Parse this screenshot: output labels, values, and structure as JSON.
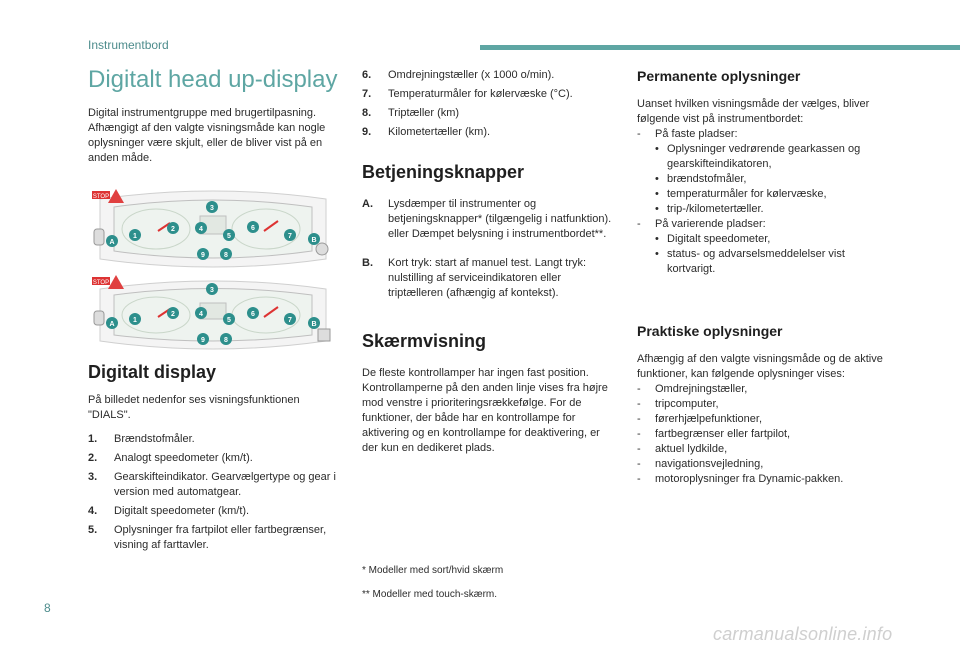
{
  "header": {
    "section": "Instrumentbord",
    "page_number": "8"
  },
  "watermark": "carmanualsonline.info",
  "col1": {
    "title": "Digitalt head up-display",
    "intro": "Digital instrumentgruppe med brugertilpasning. Afhængigt af den valgte visningsmåde kan nogle oplysninger være skjult, eller de bliver vist på en anden måde.",
    "figure": {
      "warning_label": "STOP",
      "callouts": [
        "1",
        "2",
        "3",
        "4",
        "5",
        "6",
        "7",
        "8",
        "9",
        "A",
        "B"
      ]
    },
    "display_title": "Digitalt display",
    "display_intro": "På billedet nedenfor ses visningsfunktionen \"DIALS\".",
    "items": [
      {
        "num": "1.",
        "text": "Brændstofmåler."
      },
      {
        "num": "2.",
        "text": "Analogt speedometer (km/t)."
      },
      {
        "num": "3.",
        "text": "Gearskifteindikator. Gearvælgertype og gear i version med automatgear."
      },
      {
        "num": "4.",
        "text": "Digitalt speedometer (km/t)."
      },
      {
        "num": "5.",
        "text": "Oplysninger fra fartpilot eller fartbegrænser, visning af farttavler."
      }
    ]
  },
  "col2": {
    "items": [
      {
        "num": "6.",
        "text": "Omdrejningstæller (x 1000 o/min)."
      },
      {
        "num": "7.",
        "text": "Temperaturmåler for kølervæske (°C)."
      },
      {
        "num": "8.",
        "text": "Triptæller (km)"
      },
      {
        "num": "9.",
        "text": "Kilometertæller (km)."
      }
    ],
    "controls_title": "Betjeningsknapper",
    "controls": [
      {
        "num": "A.",
        "text": "Lysdæmper til instrumenter og betjeningsknapper* (tilgængelig i natfunktion). eller Dæmpet belysning i instrumentbordet**."
      },
      {
        "num": "B.",
        "text": "Kort tryk: start af manuel test. Langt tryk: nulstilling af serviceindikatoren eller triptælleren (afhængig af kontekst)."
      }
    ],
    "screen_title": "Skærmvisning",
    "screen_text": "De fleste kontrollamper har ingen fast position. Kontrollamperne på den anden linje vises fra højre mod venstre i prioriteringsrækkefølge. For de funktioner, der både har en kontrollampe for aktivering og en kontrollampe for deaktivering, er der kun en dedikeret plads.",
    "footnote1": "*  Modeller med sort/hvid skærm",
    "footnote2": "** Modeller med touch-skærm."
  },
  "col3": {
    "perm_title": "Permanente oplysninger",
    "perm_intro": "Uanset hvilken visningsmåde der vælges, bliver følgende vist på instrumentbordet:",
    "perm_groups": [
      {
        "dash": "-",
        "label": "På faste pladser:",
        "items": [
          "Oplysninger vedrørende gearkassen og gearskifteindikatoren,",
          "brændstofmåler,",
          "temperaturmåler for kølervæske,",
          "trip-/kilometertæller."
        ]
      },
      {
        "dash": "-",
        "label": "På varierende pladser:",
        "items": [
          "Digitalt speedometer,",
          "status- og advarselsmeddelelser vist kortvarigt."
        ]
      }
    ],
    "prac_title": "Praktiske oplysninger",
    "prac_intro": "Afhængig af den valgte visningsmåde og de aktive funktioner, kan følgende oplysninger vises:",
    "prac_items": [
      "Omdrejningstæller,",
      "tripcomputer,",
      "førerhjælpefunktioner,",
      "fartbegrænser eller fartpilot,",
      "aktuel lydkilde,",
      "navigationsvejledning,",
      "motoroplysninger fra Dynamic-pakken."
    ]
  }
}
